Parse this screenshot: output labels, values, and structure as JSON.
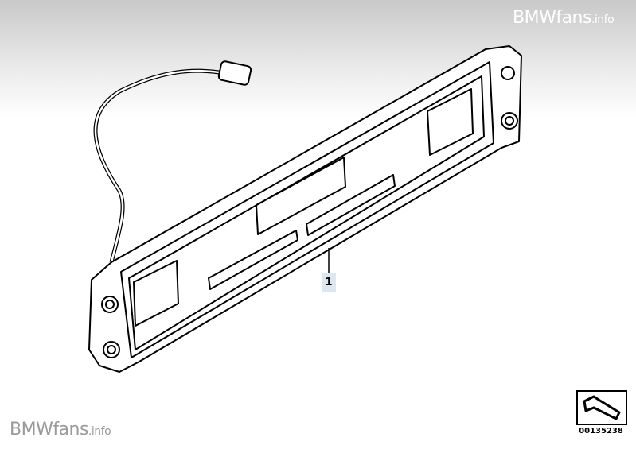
{
  "watermark": {
    "brand": "BMWfans",
    "suffix": ".info"
  },
  "diagram": {
    "callouts": [
      {
        "label": "1"
      }
    ],
    "reference_number": "00135238"
  }
}
